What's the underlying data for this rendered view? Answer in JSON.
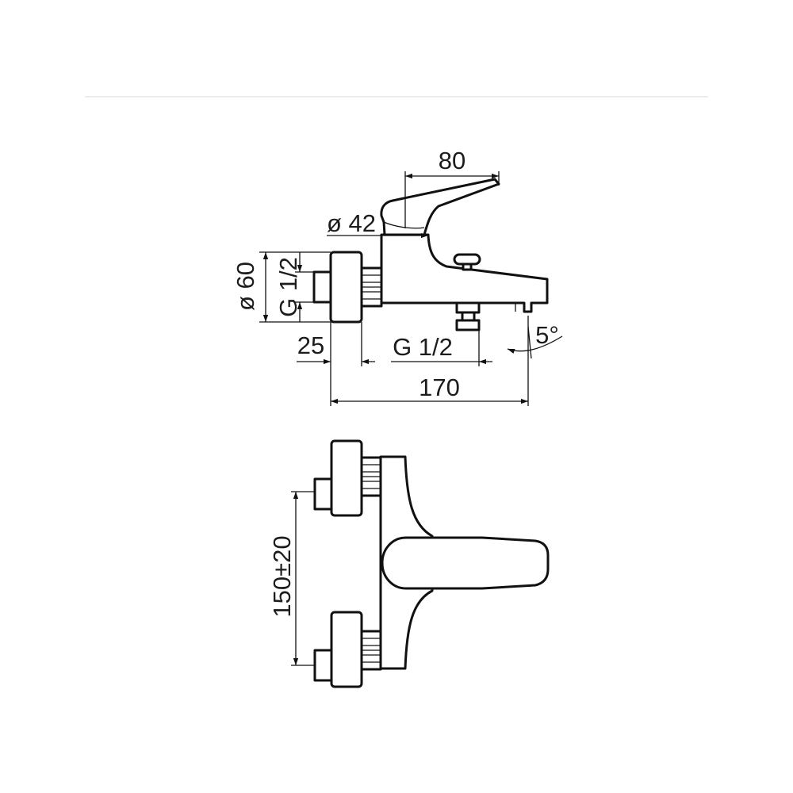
{
  "dimensions": {
    "handle_length": "80",
    "body_diameter": "ø 42",
    "flange_diameter": "ø 60",
    "inlet_thread": "G 1/2",
    "wall_offset": "25",
    "outlet_thread": "G 1/2",
    "total_length": "170",
    "spout_angle": "5°",
    "inlet_spacing": "150±20"
  },
  "colors": {
    "line": "#111111",
    "text": "#1c1c1c",
    "rule": "#ececec"
  }
}
